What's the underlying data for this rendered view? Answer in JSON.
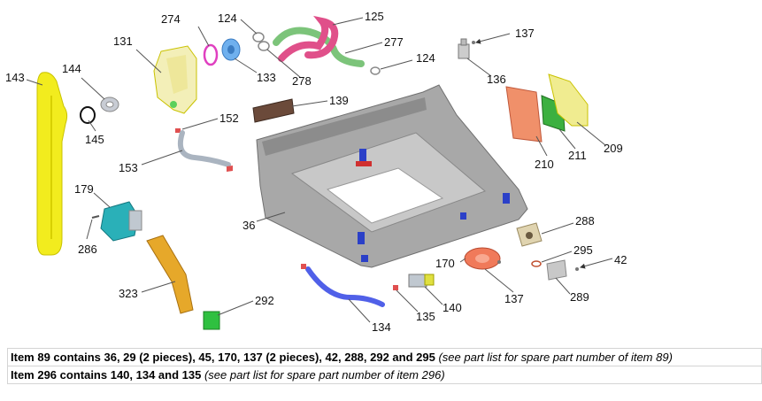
{
  "labels": {
    "l143": "143",
    "l144": "144",
    "l145": "145",
    "l131": "131",
    "l274": "274",
    "l124a": "124",
    "l125": "125",
    "l277": "277",
    "l133": "133",
    "l278": "278",
    "l124b": "124",
    "l137a": "137",
    "l136": "136",
    "l139": "139",
    "l152": "152",
    "l153": "153",
    "l209": "209",
    "l210": "210",
    "l211": "211",
    "l179": "179",
    "l36": "36",
    "l286": "286",
    "l288": "288",
    "l295": "295",
    "l42": "42",
    "l170": "170",
    "l289": "289",
    "l323": "323",
    "l137b": "137",
    "l292": "292",
    "l140": "140",
    "l135": "135",
    "l134": "134"
  },
  "notes": {
    "row1_bold": "Item 89 contains 36, 29 (2 pieces), 45, 170, 137 (2 pieces), 42, 288, 292 and 295",
    "row1_italic": "(see part list for spare part number of item 89)",
    "row2_bold": "Item 296 contains 140, 134 and 135",
    "row2_italic": "(see part list for spare part number of item 296)"
  },
  "colors": {
    "yellow": "#f2ec1e",
    "grey": "#9a9a9a",
    "pink": "#e0508a",
    "green": "#7cc47a",
    "blue": "#4a6fd8",
    "salmon": "#f08a6a",
    "teal": "#2ab0b8",
    "orange": "#e0a020"
  }
}
